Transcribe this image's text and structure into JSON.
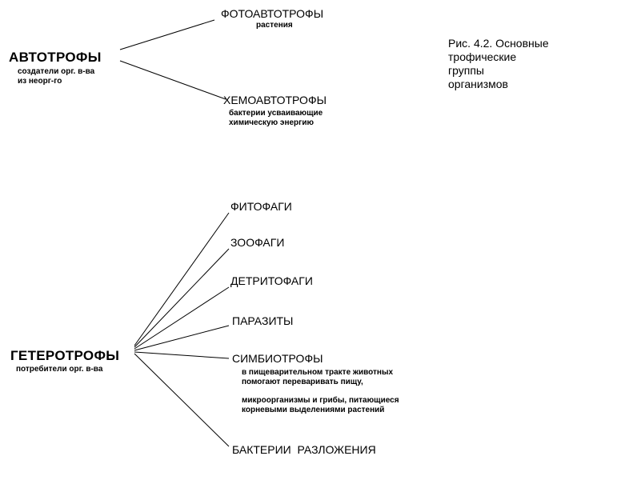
{
  "caption": [
    "Рис. 4.2. Основные",
    "трофические",
    "группы",
    "организмов"
  ],
  "autotrophs": {
    "title": "АВТОТРОФЫ",
    "desc": [
      "создатели орг. в-ва",
      "из неорг-го"
    ],
    "branches": [
      {
        "name": "ФОТОАВТОТРОФЫ",
        "notes": [
          "растения"
        ]
      },
      {
        "name": "ХЕМОАВТОТРОФЫ",
        "notes": [
          "бактерии усваивающие",
          "химическую энергию"
        ]
      }
    ]
  },
  "heterotrophs": {
    "title": "ГЕТЕРОТРОФЫ",
    "desc": [
      "потребители орг. в-ва"
    ],
    "branches": [
      {
        "name": "ФИТОФАГИ"
      },
      {
        "name": "ЗООФАГИ"
      },
      {
        "name": "ДЕТРИТОФАГИ"
      },
      {
        "name": "ПАРАЗИТЫ"
      },
      {
        "name": "СИМБИОТРОФЫ",
        "notes": [
          "в пищеварительном тракте животных",
          "помогают переваривать пищу,",
          "микроорганизмы и грибы, питающиеся",
          "корневыми выделениями растений"
        ]
      },
      {
        "name": "БАКТЕРИИ  РАЗЛОЖЕНИЯ"
      }
    ]
  }
}
